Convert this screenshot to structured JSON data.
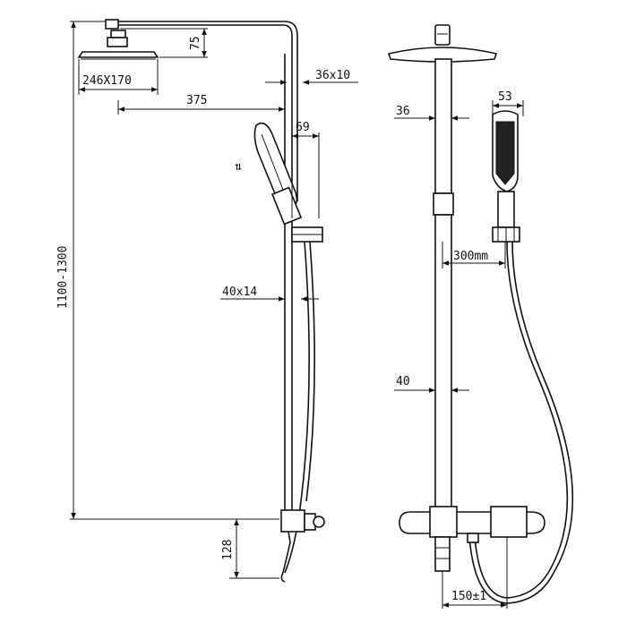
{
  "drawing": {
    "side_view": {
      "head_size": "246X170",
      "head_drop": "75",
      "arm_reach": "375",
      "pipe_section": "36x10",
      "holder_offset": "69",
      "lower_pipe": "40x14",
      "total_height": "1100-1300",
      "outlet_height": "128",
      "adjust_symbol": "⇅"
    },
    "front_view": {
      "upper_pipe_width": "36",
      "hand_shower_width": "53",
      "slide_travel": "300mm",
      "lower_pipe_width": "40",
      "inlet_centers": "150±1"
    }
  }
}
